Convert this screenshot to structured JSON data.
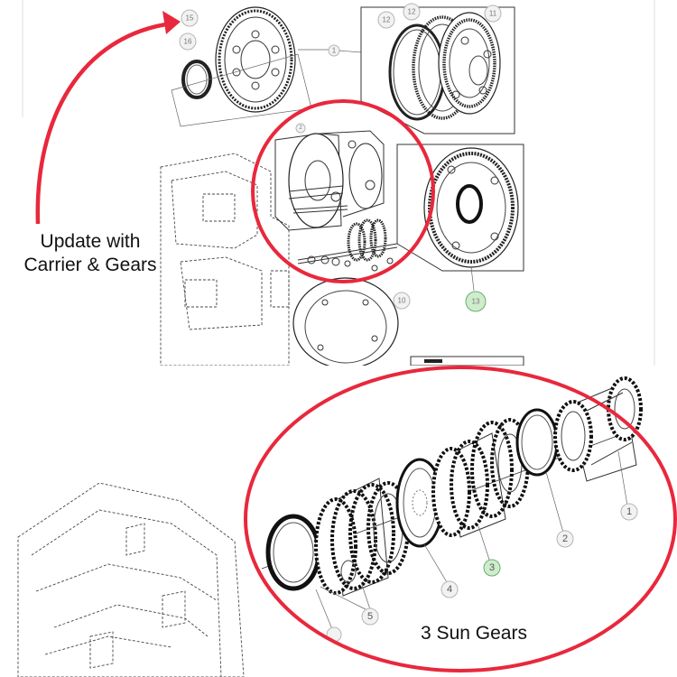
{
  "annotations": {
    "update_label_line1": "Update with",
    "update_label_line2": "Carrier & Gears",
    "sun_gears_label": "3 Sun Gears"
  },
  "top_diagram": {
    "callouts": [
      "15",
      "16",
      "12",
      "12",
      "11",
      "1",
      "2",
      "10",
      "13"
    ],
    "highlighted_callout": "13"
  },
  "bottom_diagram": {
    "callouts": [
      "1",
      "2",
      "3",
      "4",
      "5"
    ],
    "highlighted_callout": "3"
  },
  "colors": {
    "annotation_red": "#e8283c",
    "highlight_green": "#cfeccd"
  }
}
